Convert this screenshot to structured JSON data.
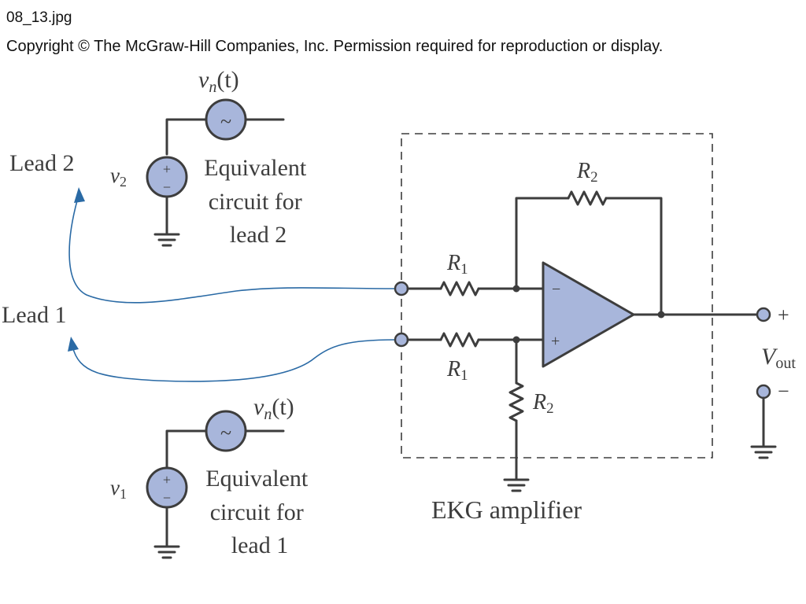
{
  "header": {
    "filename": "08_13.jpg",
    "copyright": "Copyright © The McGraw-Hill Companies, Inc. Permission required for reproduction or display."
  },
  "labels": {
    "lead2": "Lead 2",
    "lead1": "Lead 1",
    "v2_base": "v",
    "v2_sub": "2",
    "v1_base": "v",
    "v1_sub": "1",
    "vn_base": "v",
    "vn_sub": "n",
    "vn_arg": "(t)",
    "eq2": [
      "Equivalent",
      "circuit for",
      "lead 2"
    ],
    "eq1": [
      "Equivalent",
      "circuit for",
      "lead 1"
    ],
    "r1_base": "R",
    "r1_sub": "1",
    "r2_base": "R",
    "r2_sub": "2",
    "vout_base": "V",
    "vout_sub": "out",
    "plus": "+",
    "minus": "−",
    "tilde": "~",
    "amp_box": "EKG amplifier"
  },
  "colors": {
    "wire": "#3d3d3d",
    "component_fill": "#a8b6db",
    "lead_arrow": "#2a6aa5",
    "text": "#3d3d3d"
  }
}
